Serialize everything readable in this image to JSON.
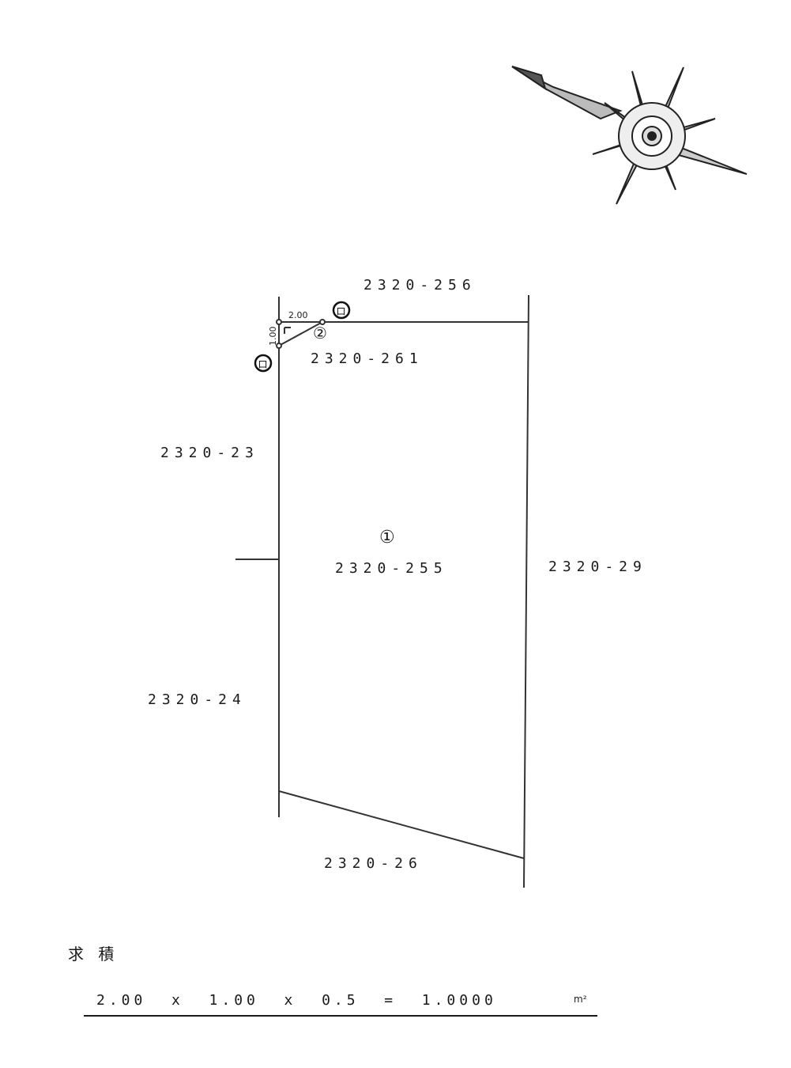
{
  "lots": {
    "north": "2320-256",
    "small_parcel": "2320-261",
    "west_upper": "2320-23",
    "main_parcel": "2320-255",
    "east": "2320-29",
    "west_lower": "2320-24",
    "south": "2320-26"
  },
  "markers": {
    "main_number": "①",
    "small_number": "②",
    "corner_top": "ロ",
    "corner_left": "ロ"
  },
  "dimensions": {
    "width": "2.00",
    "height": "1.00"
  },
  "calculation": {
    "title": "求 積",
    "formula": "2.00  x  1.00  x  0.5  =  1.0000",
    "unit": "m²"
  },
  "icons": {
    "compass": "north-arrow-compass-rose-icon"
  }
}
